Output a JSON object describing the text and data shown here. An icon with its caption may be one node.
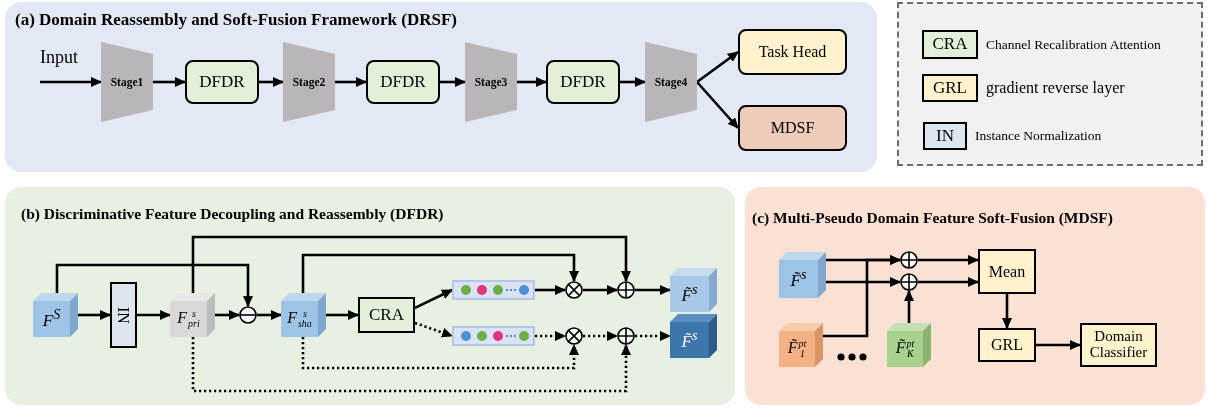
{
  "diagram": {
    "nodes": [
      {
        "text": [
          "(a) Domain Reassembly and Soft-Fusion Framework (DRSF)"
        ]
      },
      {
        "text": [
          "Input"
        ],
        "in": 0
      },
      {
        "text": [
          "Stage1"
        ],
        "in": 0
      },
      {
        "text": [
          "DFDR"
        ],
        "in": 0
      },
      {
        "text": [
          "Stage2"
        ],
        "in": 0
      },
      {
        "text": [
          "DFDR"
        ],
        "in": 0
      },
      {
        "text": [
          "Stage3"
        ],
        "in": 0
      },
      {
        "text": [
          "DFDR"
        ],
        "in": 0
      },
      {
        "text": [
          "Stage4"
        ],
        "in": 0
      },
      {
        "text": [
          "Task Head"
        ],
        "in": 0
      },
      {
        "text": [
          "MDSF"
        ],
        "in": 0
      },
      {
        "text": [],
        "shape": "box"
      },
      {
        "text": [
          "CRA"
        ],
        "in": 11,
        "beside": [
          "Channel Recalibration Attention"
        ]
      },
      {
        "text": [
          "GRL"
        ],
        "in": 11,
        "beside": [
          "gradient reverse layer"
        ]
      },
      {
        "text": [
          "IN"
        ],
        "in": 11,
        "beside": [
          "Instance Normalization"
        ]
      },
      {
        "text": [
          "(b)  Discriminative Feature Decoupling and Reassembly (DFDR)"
        ]
      },
      {
        "text": [
          "F$^{S}$"
        ],
        "in": 15
      },
      {
        "text": [
          "IN"
        ],
        "in": 15
      },
      {
        "text": [
          "F$^{s}$$_{pri}$"
        ],
        "in": 15
      },
      {
        "text": [],
        "shape": "circle",
        "in": 15
      },
      {
        "text": [
          "F$^{s}$$_{sha}$"
        ],
        "in": 15
      },
      {
        "text": [
          "CRA"
        ],
        "in": 15
      },
      {
        "text": [],
        "shape": "bar",
        "in": 15
      },
      {
        "text": [],
        "shape": "bar",
        "in": 15
      },
      {
        "text": [],
        "shape": "circle",
        "in": 15
      },
      {
        "text": [],
        "shape": "circle",
        "in": 15
      },
      {
        "text": [
          "F̃$^{s}$"
        ],
        "in": 15
      },
      {
        "text": [],
        "shape": "circle",
        "in": 15
      },
      {
        "text": [],
        "shape": "circle",
        "in": 15
      },
      {
        "text": [
          "F̃$^{s}$"
        ],
        "in": 15
      },
      {
        "text": [
          "(c)  Multi-Pseudo Domain Feature Soft-Fusion (MDSF)"
        ]
      },
      {
        "text": [
          "F̃$^{s}$"
        ],
        "in": 30
      },
      {
        "text": [],
        "shape": "circle",
        "in": 30
      },
      {
        "text": [],
        "shape": "circle",
        "in": 30
      },
      {
        "text": [
          "Mean"
        ],
        "in": 30
      },
      {
        "text": [
          "F̃$^{pt}$$_{1}$"
        ],
        "in": 30
      },
      {
        "text": [
          "F̃$^{pt}$$_{K}$"
        ],
        "in": 30
      },
      {
        "text": [
          "GRL"
        ],
        "in": 30
      },
      {
        "text": [
          "Domain Classifier"
        ],
        "in": 30
      }
    ],
    "edges": [
      {
        "from": 1,
        "to": 2,
        "arrow": "to"
      },
      {
        "from": 2,
        "to": 3,
        "arrow": "to"
      },
      {
        "from": 3,
        "to": 4,
        "arrow": "to"
      },
      {
        "from": 4,
        "to": 5,
        "arrow": "to"
      },
      {
        "from": 5,
        "to": 6,
        "arrow": "to"
      },
      {
        "from": 6,
        "to": 7,
        "arrow": "to"
      },
      {
        "from": 7,
        "to": 8,
        "arrow": "to"
      },
      {
        "from": 8,
        "to": 9,
        "arrow": "to"
      },
      {
        "from": 8,
        "to": 10,
        "arrow": "to"
      },
      {
        "from": 16,
        "to": 17,
        "arrow": "to"
      },
      {
        "from": 17,
        "to": 18,
        "arrow": "to"
      },
      {
        "from": 18,
        "to": 19,
        "arrow": "to"
      },
      {
        "from": 19,
        "to": 20,
        "arrow": "to"
      },
      {
        "from": 16,
        "to": 19,
        "arrow": "to"
      },
      {
        "from": 18,
        "to": 25,
        "arrow": "to"
      },
      {
        "from": 20,
        "to": 21,
        "arrow": "to"
      },
      {
        "from": 20,
        "to": 24,
        "arrow": "to"
      },
      {
        "from": 21,
        "to": 22,
        "arrow": "to"
      },
      {
        "from": 21,
        "to": 23,
        "arrow": "to",
        "style": "dashed"
      },
      {
        "from": 22,
        "to": 24,
        "arrow": "to"
      },
      {
        "from": 24,
        "to": 25,
        "arrow": "to"
      },
      {
        "from": 25,
        "to": 26,
        "arrow": "to"
      },
      {
        "from": 23,
        "to": 27,
        "arrow": "to",
        "style": "dashed"
      },
      {
        "from": 27,
        "to": 28,
        "arrow": "to",
        "style": "dashed"
      },
      {
        "from": 28,
        "to": 29,
        "arrow": "to",
        "style": "dashed"
      },
      {
        "from": 20,
        "to": 27,
        "arrow": "to",
        "style": "dashed"
      },
      {
        "from": 18,
        "to": 28,
        "arrow": "to",
        "style": "dashed"
      },
      {
        "from": 31,
        "to": 32,
        "arrow": "to"
      },
      {
        "from": 31,
        "to": 33,
        "arrow": "to"
      },
      {
        "from": 35,
        "to": 32,
        "arrow": "to"
      },
      {
        "from": 36,
        "to": 33,
        "arrow": "to"
      },
      {
        "from": 32,
        "to": 34,
        "arrow": "to"
      },
      {
        "from": 33,
        "to": 34,
        "arrow": "to"
      },
      {
        "from": 34,
        "to": 37,
        "arrow": "to"
      },
      {
        "from": 37,
        "to": 38,
        "arrow": "to"
      }
    ]
  }
}
